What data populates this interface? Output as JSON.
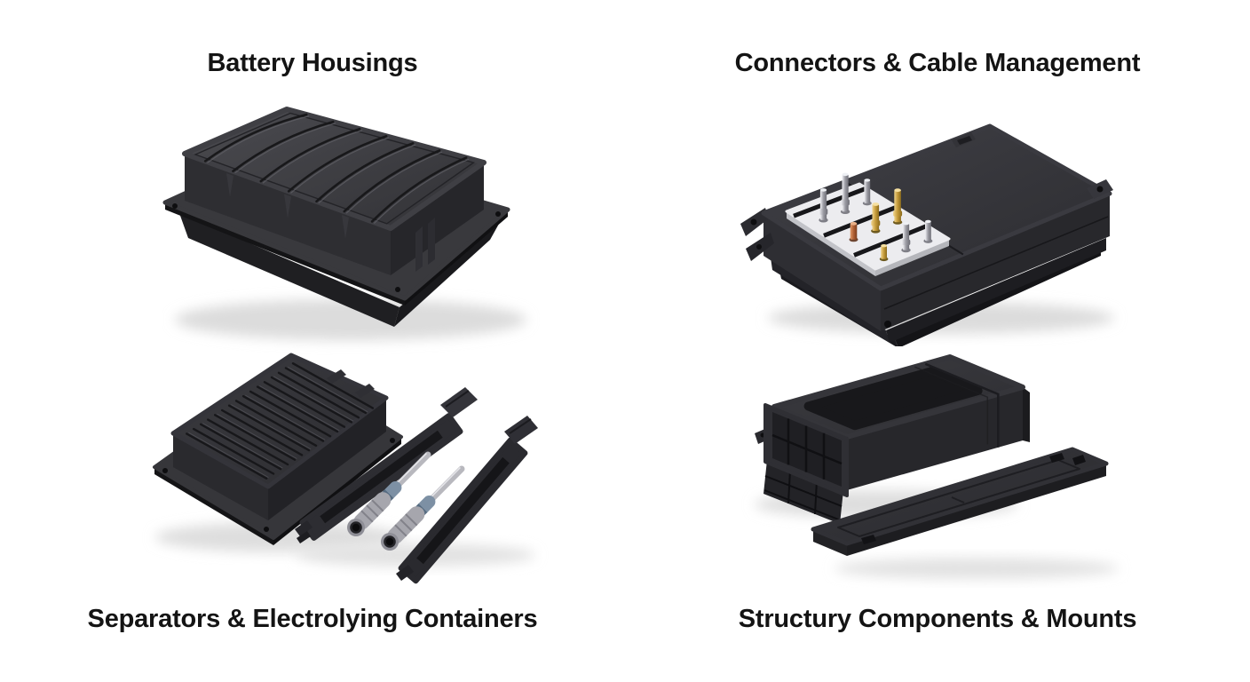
{
  "page": {
    "background": "#ffffff",
    "title_color": "#141414"
  },
  "panels": [
    {
      "id": "battery-housings",
      "label": "Battery Housings",
      "label_position": "top"
    },
    {
      "id": "connectors-cable-management",
      "label": "Connectors & Cable Management",
      "label_position": "top"
    },
    {
      "id": "separators-electrolying-containers",
      "label": "Separators & Electrolying Containers",
      "label_position": "bottom"
    },
    {
      "id": "structury-components-mounts",
      "label": "Structury Components & Mounts",
      "label_position": "bottom"
    }
  ],
  "colors": {
    "plastic_dark": "#2b2b2e",
    "plastic_mid": "#3b3b40",
    "connector_panel_white": "#ececef",
    "metal_silver": "#b9b9bf",
    "metal_gold": "#c9a23c",
    "metal_copper": "#b06034",
    "collar_blue": "#6f8296",
    "shadow": "#e0e0e0"
  }
}
